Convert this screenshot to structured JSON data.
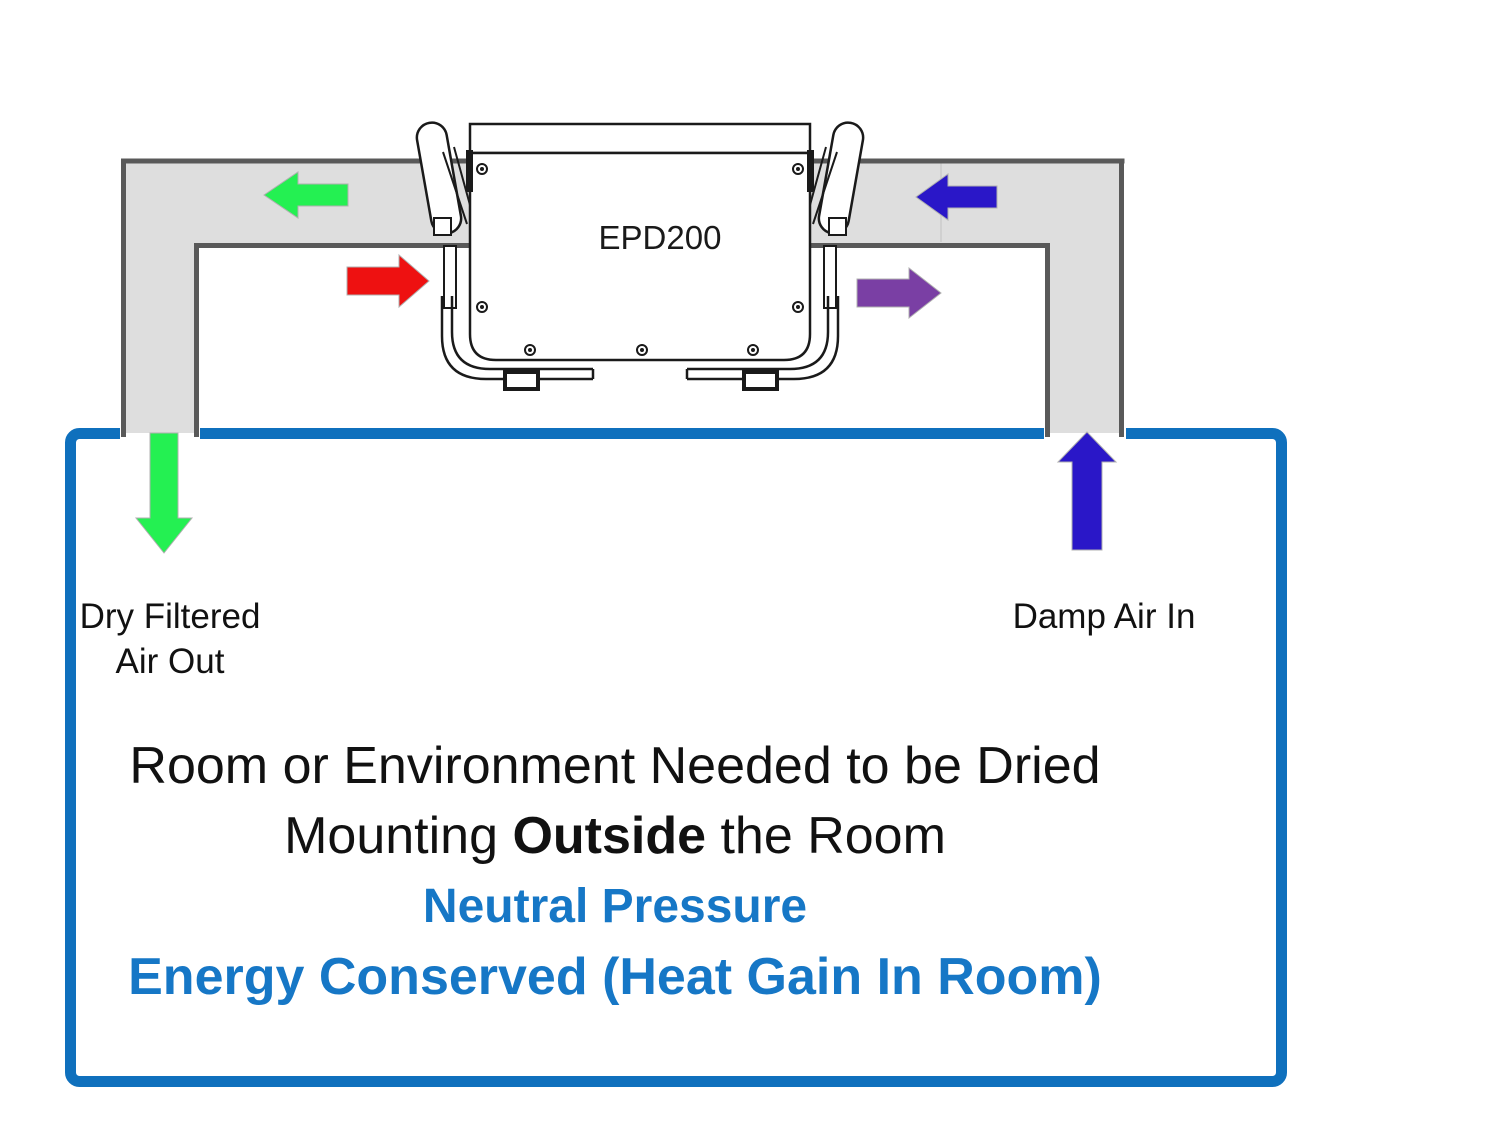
{
  "unit": {
    "model": "EPD200"
  },
  "duct_labels": {
    "dry_out_line1": "Dry Filtered",
    "dry_out_line2": "Air Out",
    "damp_in": "Damp Air In"
  },
  "caption": {
    "line1": "Room or Environment Needed to be Dried",
    "line2_prefix": "Mounting ",
    "line2_bold": "Outside",
    "line2_suffix": " the Room",
    "line3": "Neutral Pressure",
    "line4": "Energy Conserved (Heat Gain In Room)"
  },
  "colors": {
    "background": "#ffffff",
    "room_border": "#0f70bd",
    "duct_fill": "#dedede",
    "duct_edge": "#595959",
    "duct_seam": "#cccccc",
    "unit_line": "#1a1a1a",
    "caption_blue": "#1677c6",
    "text_black": "#111111"
  },
  "arrows": {
    "green_duct": {
      "direction": "left",
      "color": "#24f052"
    },
    "green_out": {
      "direction": "down",
      "color": "#24f052"
    },
    "red_in": {
      "direction": "right",
      "color": "#ee1111"
    },
    "blue_duct": {
      "direction": "left",
      "color": "#2a17c8"
    },
    "blue_in": {
      "direction": "up",
      "color": "#2a17c8"
    },
    "purple_out": {
      "direction": "right",
      "color": "#7a3fa4"
    }
  }
}
